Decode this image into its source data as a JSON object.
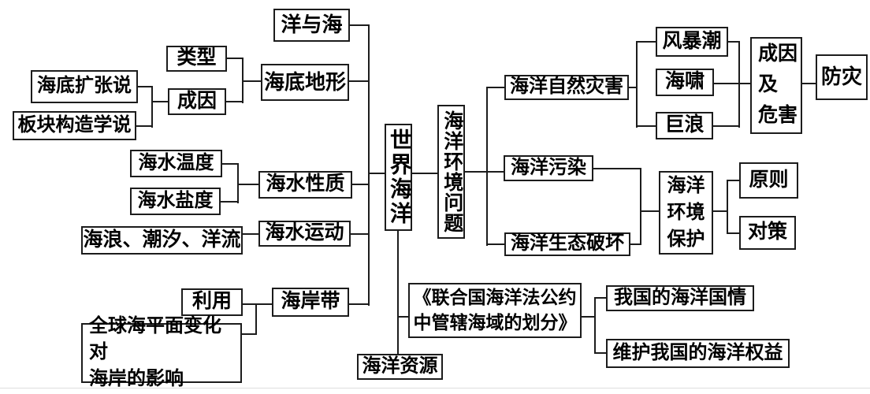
{
  "diagram": {
    "root": "世界海洋",
    "type": "concept-map",
    "colors": {
      "line": "#1c1c1c",
      "background": "#ffffff",
      "text": "#000000"
    }
  },
  "nodes": {
    "yang_yu_hai": "洋与海",
    "lei_xing": "类型",
    "cheng_yin": "成因",
    "haidi_kuozhang_shuo": "海底扩张说",
    "bankuai_gouzao_xueshuo": "板块构造学说",
    "haidi_dixing": "海底地形",
    "haishui_wendu": "海水温度",
    "haishui_yandu": "海水盐度",
    "haishui_xingzhi": "海水性质",
    "hailang_chaoxi_yangliu": "海浪、潮汐、洋流",
    "haishui_yundong": "海水运动",
    "liyong": "利用",
    "quanqiu_haipingmian": "全球海平面变化对\n海岸的影响",
    "hai_an_dai": "海岸带",
    "shijie_haiyang": "世界海洋",
    "haiyang_huanjing_wenti": "海洋环境问题",
    "haiyang_ziran_zaihai": "海洋自然灾害",
    "fengbaochao": "风暴潮",
    "haixiao": "海啸",
    "julang": "巨浪",
    "chengyin_ji_weihai": "成因\n及\n危害",
    "fangzai": "防灾",
    "haiyang_wuran": "海洋污染",
    "haiyang_shengtai_pohuai": "海洋生态破坏",
    "haiyang_huanjing_baohu": "海洋\n环境\n保护",
    "yuanze": "原则",
    "duice": "对策",
    "gongyue": "《联合国海洋法公约\n中管辖海域的划分》",
    "woguo_haiyang_guoqing": "我国的海洋国情",
    "weihu_haiyang_quanyi": "维护我国的海洋权益",
    "haiyang_ziyuan": "海洋资源"
  }
}
